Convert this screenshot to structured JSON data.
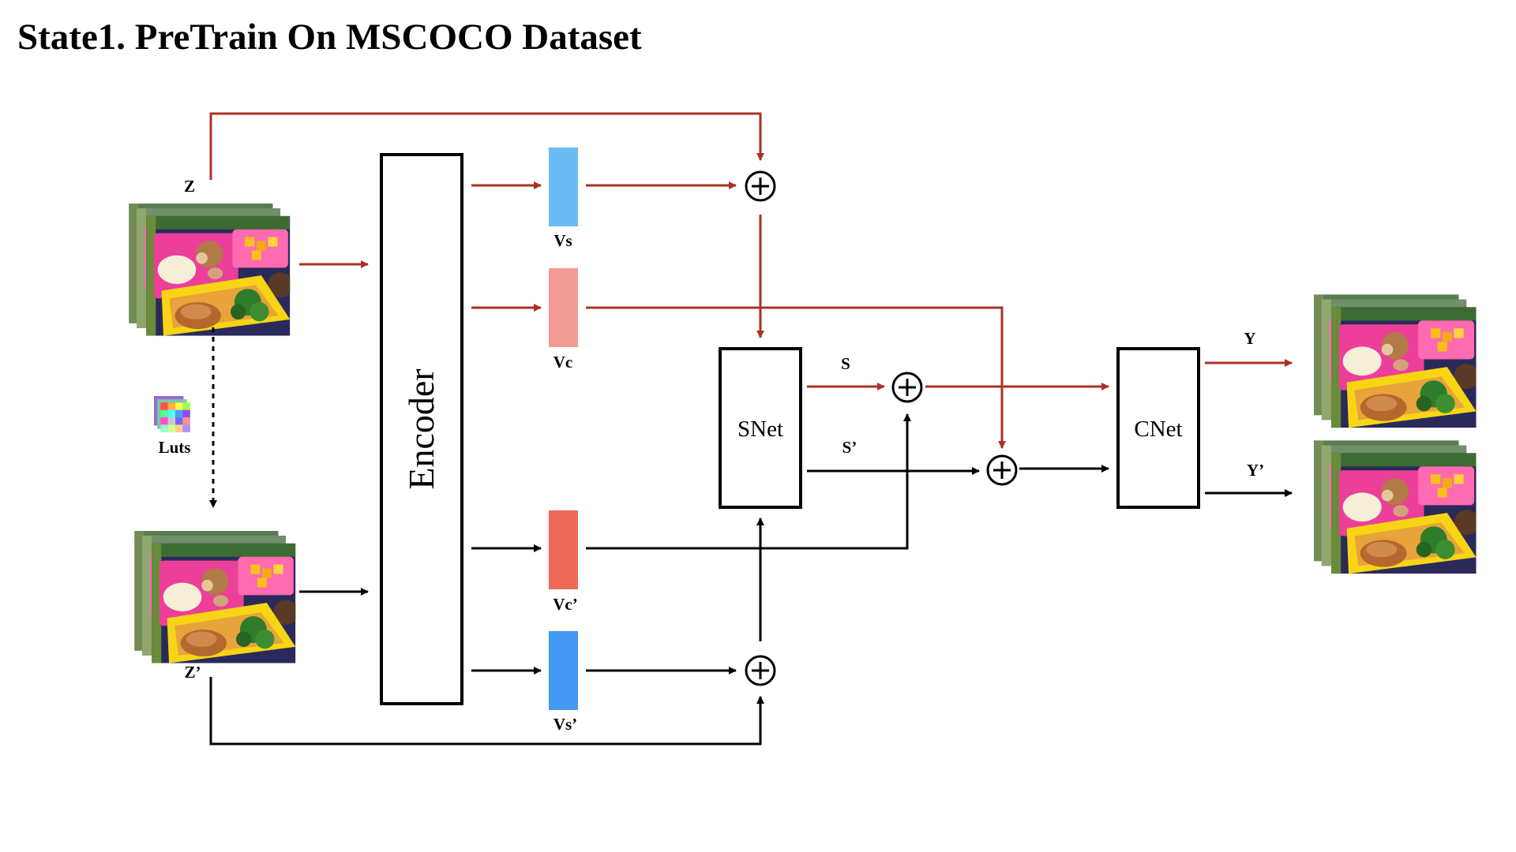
{
  "title": "State1. PreTrain On MSCOCO Dataset",
  "inputs": {
    "z": "Z",
    "z_prime": "Z’",
    "luts": "Luts"
  },
  "outputs": {
    "y": "Y",
    "y_prime": "Y’"
  },
  "modules": {
    "encoder": "Encoder",
    "snet": "SNet",
    "cnet": "CNet"
  },
  "features": {
    "vs": "Vs",
    "vc": "Vc",
    "vc_prime": "Vc’",
    "vs_prime": "Vs’"
  },
  "signals": {
    "s": "S",
    "s_prime": "S’"
  },
  "colors": {
    "red_flow": "#a93226",
    "black_flow": "#000000",
    "vs": "#6bbcf5",
    "vc": "#f29a94",
    "vc_prime": "#ec6a57",
    "vs_prime": "#4499f2"
  },
  "icons": {
    "sum": "circled-plus-icon",
    "image": "food-photo-stack-icon",
    "luts": "color-grid-icon"
  }
}
